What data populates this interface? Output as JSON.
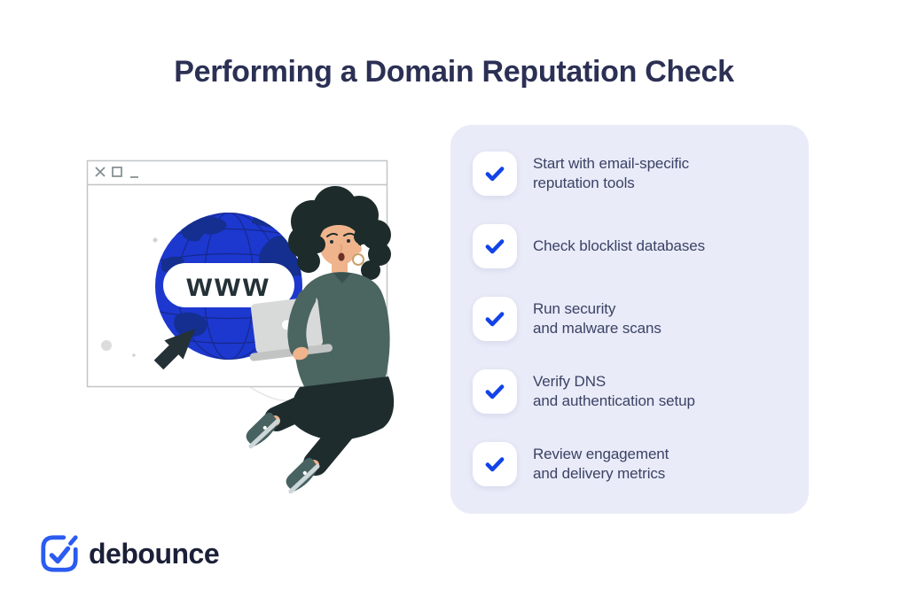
{
  "title": "Performing a Domain Reputation Check",
  "checklist": {
    "items": [
      {
        "text": "Start with email-specific\nreputation tools"
      },
      {
        "text": "Check blocklist databases"
      },
      {
        "text": "Run security\nand malware scans"
      },
      {
        "text": "Verify DNS\nand authentication setup"
      },
      {
        "text": "Review engagement\nand delivery metrics"
      }
    ]
  },
  "illustration": {
    "www_label": "www",
    "window_controls": [
      "close",
      "maximize",
      "minimize"
    ]
  },
  "brand": {
    "name": "debounce"
  },
  "colors": {
    "accent_check_blue": "#1243e8",
    "logo_blue": "#2b5bf0",
    "card_background": "#e9ebf8",
    "title_navy": "#2b3054",
    "list_text_navy": "#3b4265",
    "globe_blue": "#1d38cf",
    "continent_navy": "#142f8f",
    "ink_dark": "#243137",
    "shirt_teal": "#4b6560",
    "pants_dark": "#1e2c2e"
  }
}
